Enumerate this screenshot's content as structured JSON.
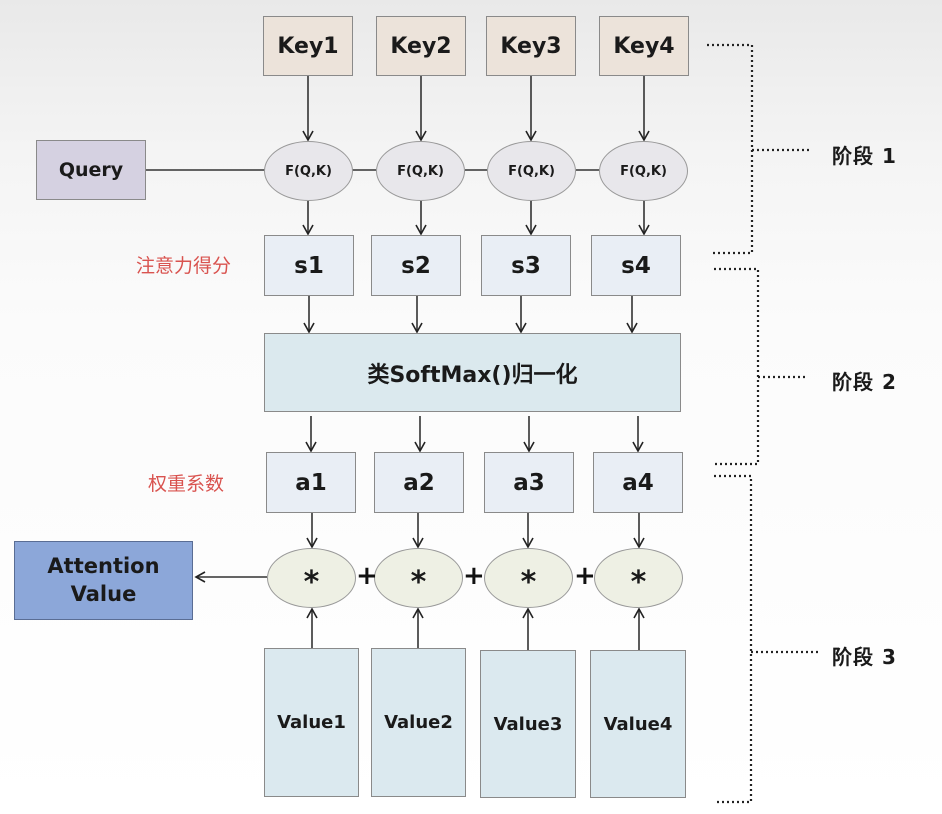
{
  "keys": [
    "Key1",
    "Key2",
    "Key3",
    "Key4"
  ],
  "query": "Query",
  "similarity_function": "F(Q,K)",
  "scores": [
    "s1",
    "s2",
    "s3",
    "s4"
  ],
  "score_row_label": "注意力得分",
  "softmax": "类SoftMax()归一化",
  "weights": [
    "a1",
    "a2",
    "a3",
    "a4"
  ],
  "weight_row_label": "权重系数",
  "multiply_symbol": "*",
  "plus_symbol": "+",
  "attention_value": "Attention Value",
  "values": [
    "Value1",
    "Value2",
    "Value3",
    "Value4"
  ],
  "stages": [
    "阶段 1",
    "阶段 2",
    "阶段 3"
  ],
  "colors": {
    "key_fill": "#ece3da",
    "query_fill": "#d5d1e1",
    "score_fill": "#e9eef5",
    "softmax_fill": "#dbe9ee",
    "value_fill": "#dbe9ef",
    "attention_fill": "#8ca7d9",
    "row_label_red": "#d9534f"
  }
}
